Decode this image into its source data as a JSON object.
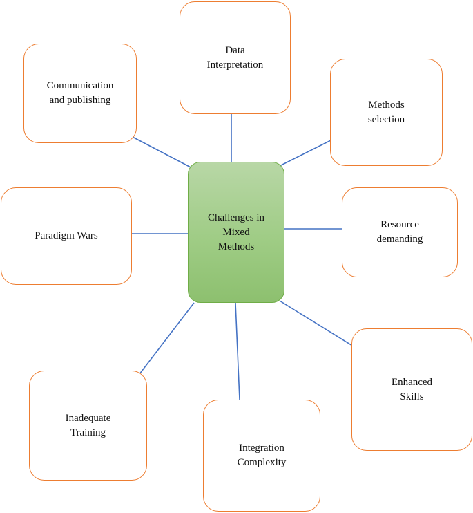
{
  "diagram": {
    "center": {
      "label": "Challenges in\nMixed\nMethods"
    },
    "nodes": [
      {
        "id": "data-interpretation",
        "label": "Data\nInterpretation"
      },
      {
        "id": "communication-and-publishing",
        "label": "Communication\nand publishing"
      },
      {
        "id": "methods-selection",
        "label": "Methods\nselection"
      },
      {
        "id": "paradigm-wars",
        "label": "Paradigm Wars"
      },
      {
        "id": "resource-demanding",
        "label": "Resource\ndemanding"
      },
      {
        "id": "enhanced-skills",
        "label": "Enhanced\nSkills"
      },
      {
        "id": "inadequate-training",
        "label": "Inadequate\nTraining"
      },
      {
        "id": "integration-complexity",
        "label": "Integration\nComplexity"
      }
    ],
    "colors": {
      "node_border": "#ed7d31",
      "center_border": "#70ad47",
      "center_fill": "#a9d18e",
      "connector": "#4472c4"
    }
  }
}
